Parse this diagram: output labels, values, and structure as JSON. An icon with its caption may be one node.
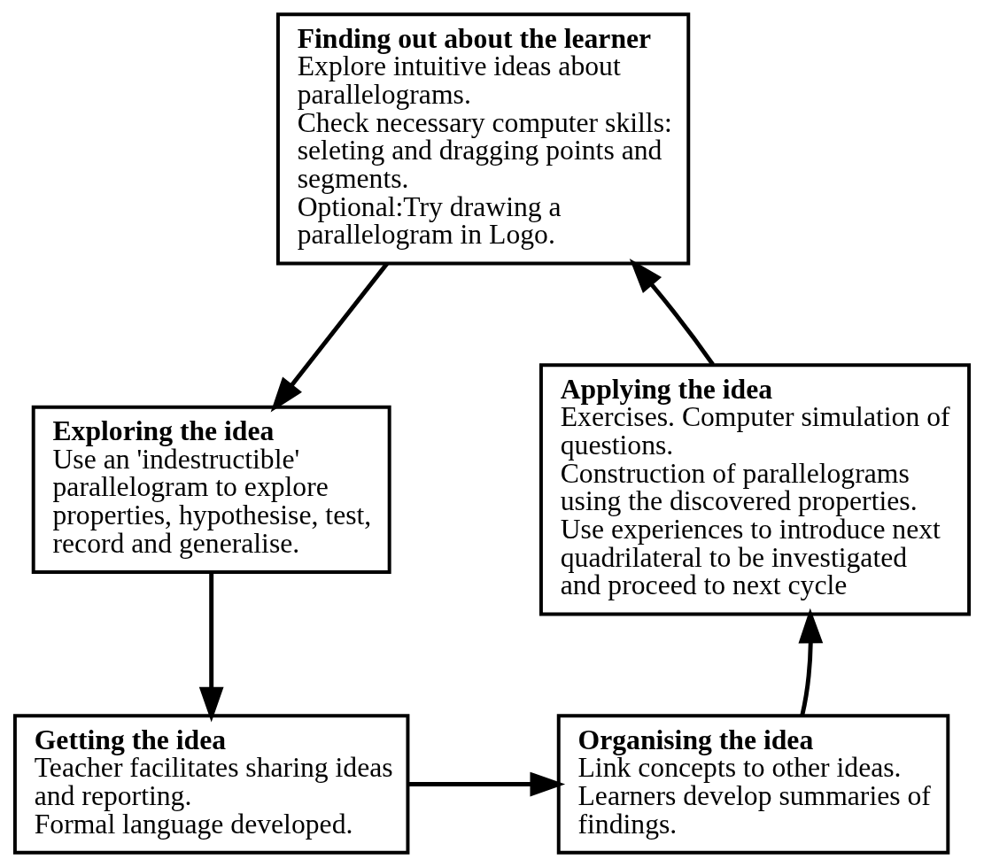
{
  "diagram": {
    "nodes": [
      {
        "text": [
          "Finding out about the learner",
          "Explore intuitive ideas about parallelograms.",
          "Check necessary computer skills: seleting and dragging points and segments.",
          "Optional:Try drawing a parallelogram in Logo."
        ]
      },
      {
        "text": [
          "Exploring the idea",
          "Use an 'indestructible' parallelogram to explore properties, hypothesise, test, record and generalise."
        ]
      },
      {
        "text": [
          "Getting the idea",
          "Teacher facilitates sharing ideas and reporting.",
          "Formal language developed."
        ]
      },
      {
        "text": [
          "Organising the idea",
          "Link concepts to other ideas.",
          "Learners develop summaries of findings."
        ]
      },
      {
        "text": [
          "Applying the idea",
          "Exercises. Computer simulation of questions.",
          "Construction of parallelograms using the discovered properties.",
          "Use experiences to introduce next quadrilateral to be investigated and proceed to next cycle"
        ]
      }
    ],
    "edges": [
      {
        "from": 0,
        "to": 1,
        "arrow": "to"
      },
      {
        "from": 1,
        "to": 2,
        "arrow": "to"
      },
      {
        "from": 2,
        "to": 3,
        "arrow": "to"
      },
      {
        "from": 3,
        "to": 4,
        "arrow": "to"
      },
      {
        "from": 4,
        "to": 0,
        "arrow": "to"
      }
    ]
  }
}
